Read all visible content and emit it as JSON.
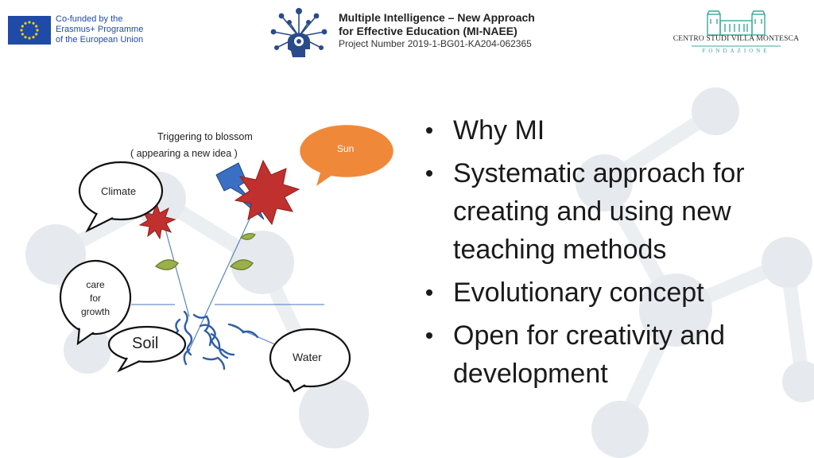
{
  "header": {
    "eu_text": [
      "Co-funded by the",
      "Erasmus+ Programme",
      "of the European Union"
    ],
    "mi_title_line1": "Multiple Intelligence – New Approach",
    "mi_title_line2": "for Effective Education (MI-NAEE)",
    "mi_project": "Project Number 2019-1-BG01-KA204-062365",
    "villa_name": "CENTRO STUDI VILLA MONTESCA",
    "villa_sub": "FONDAZIONE"
  },
  "diagram": {
    "trigger_line1": "Triggering to blossom",
    "trigger_line2": "( appearing a new idea )",
    "sun": "Sun",
    "climate": "Climate",
    "care": [
      "care",
      "for",
      "growth"
    ],
    "soil": "Soil",
    "water": "Water"
  },
  "bullets": [
    "Why MI",
    "Systematic approach for creating and using new teaching methods",
    "Evolutionary concept",
    "Open for creativity and development"
  ],
  "colors": {
    "sun_fill": "#f0883a",
    "burst_red": "#c0302e",
    "lightning_blue": "#3a6fc4",
    "leaf_green": "#9ab04a",
    "root_blue": "#2f5fa8",
    "eu_blue": "#1f4aa8",
    "villa_teal": "#3aa89a"
  }
}
